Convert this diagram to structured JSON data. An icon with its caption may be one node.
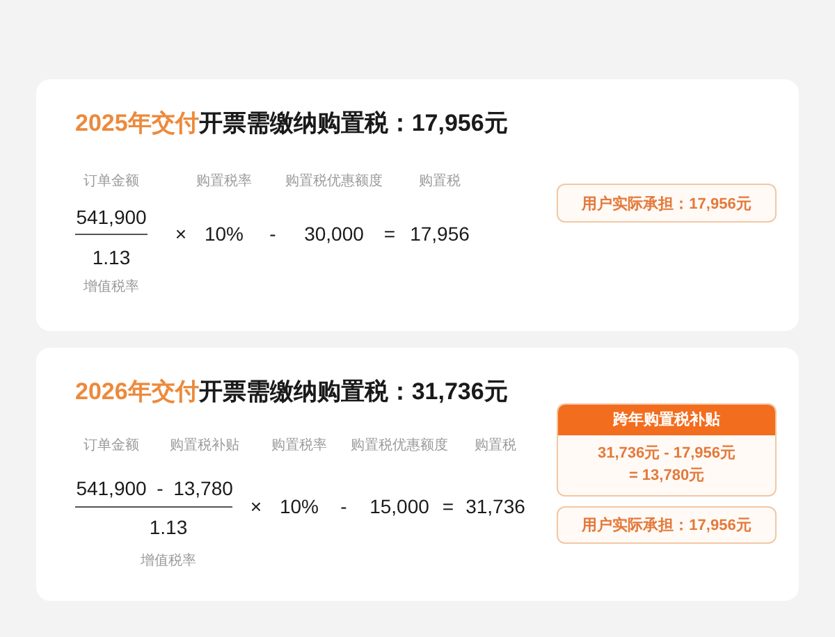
{
  "diagram": {
    "nodes": [
      {
        "text": [
          "2025年交付",
          "开票需缴纳购置税：17,956元"
        ]
      },
      {
        "text": [
          "用户实际承担：17,956元"
        ],
        "in": 0
      },
      {
        "text": [
          "2026年交付",
          "开票需缴纳购置税：31,736元"
        ]
      },
      {
        "text": [
          "跨年购置税补贴",
          "31,736元 - 17,956元 = 13,780元"
        ],
        "in": 2
      },
      {
        "text": [
          "用户实际承担：17,956元"
        ],
        "in": 2
      }
    ],
    "edges": [],
    "labels": [
      "订单金额",
      "购置税率",
      "购置税优惠额度",
      "购置税",
      "541,900",
      "×",
      "10%",
      "-",
      "30,000",
      "=",
      "17,956",
      "1.13",
      "增值税率",
      "订单金额",
      "购置税补贴",
      "购置税率",
      "购置税优惠额度",
      "购置税",
      "541,900",
      "-",
      "13,780",
      "×",
      "10%",
      "-",
      "15,000",
      "=",
      "31,736",
      "1.13",
      "增值税率"
    ]
  }
}
